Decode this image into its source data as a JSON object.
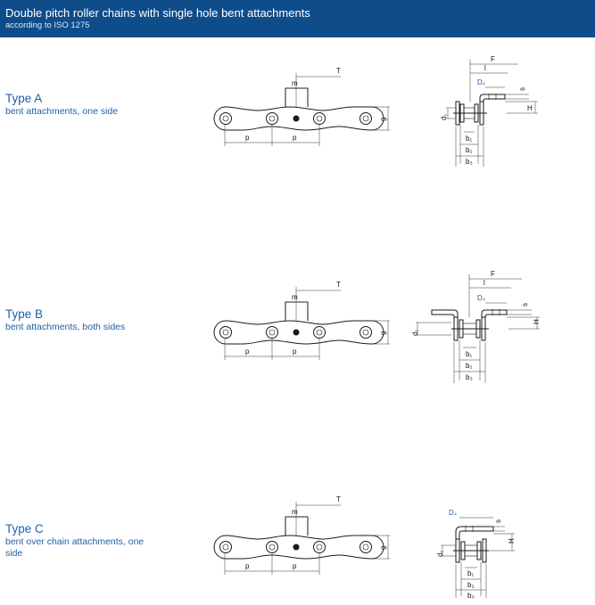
{
  "header": {
    "title": "Double pitch roller chains with single hole bent attachments",
    "subtitle": "according to ISO 1275"
  },
  "types": [
    {
      "title": "Type A",
      "desc": "bent attachments, one side"
    },
    {
      "title": "Type B",
      "desc": "bent attachments, both sides"
    },
    {
      "title": "Type C",
      "desc": "bent over chain attachments, one side"
    }
  ],
  "dims": {
    "T": "T",
    "m": "m",
    "p": "p",
    "g": "g",
    "F": "F",
    "l": "l",
    "D4": "D₄",
    "s": "s",
    "H": "H",
    "d1": "d₁",
    "b1": "b₁",
    "b2": "b₂",
    "b3": "b₃"
  },
  "colors": {
    "header_bg": "#0f4c8a",
    "type_text": "#1f5fa8"
  }
}
